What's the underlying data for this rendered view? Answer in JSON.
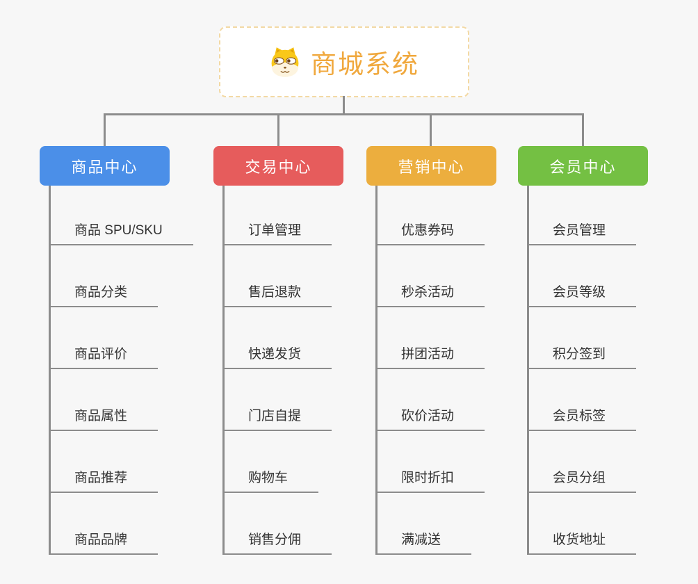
{
  "canvas": {
    "background": "#f7f7f7",
    "connector_color": "#8c8c8c"
  },
  "root": {
    "title": "商城系统",
    "icon": "dog-face-icon",
    "title_color": "#f0a83d",
    "border_color": "#f3d9a4"
  },
  "branches": [
    {
      "label": "商品中心",
      "color": "#4b8fe8",
      "items": [
        "商品 SPU/SKU",
        "商品分类",
        "商品评价",
        "商品属性",
        "商品推荐",
        "商品品牌"
      ]
    },
    {
      "label": "交易中心",
      "color": "#e65c5c",
      "items": [
        "订单管理",
        "售后退款",
        "快递发货",
        "门店自提",
        "购物车",
        "销售分佣"
      ]
    },
    {
      "label": "营销中心",
      "color": "#ecae3e",
      "items": [
        "优惠券码",
        "秒杀活动",
        "拼团活动",
        "砍价活动",
        "限时折扣",
        "满减送"
      ]
    },
    {
      "label": "会员中心",
      "color": "#74c043",
      "items": [
        "会员管理",
        "会员等级",
        "积分签到",
        "会员标签",
        "会员分组",
        "收货地址"
      ]
    }
  ]
}
